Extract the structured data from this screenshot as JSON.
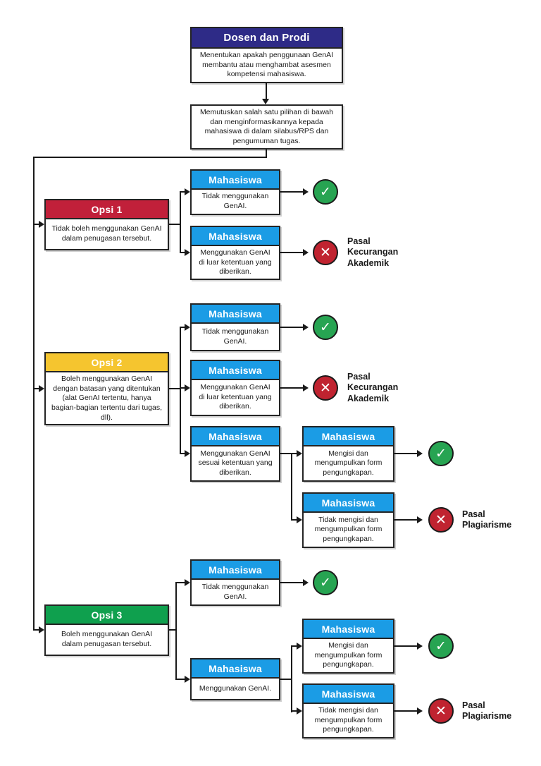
{
  "colors": {
    "navy": "#2e2b87",
    "blue": "#1b9ce5",
    "red": "#c1203a",
    "yellow": "#f5c52f",
    "green": "#0fa04e",
    "check_green": "#27a452",
    "cross_red": "#c02330",
    "line": "#1a1a1a"
  },
  "icons": {
    "check": "✓",
    "cross": "✕"
  },
  "flow": {
    "root": {
      "title": "Dosen dan Prodi",
      "body": "Menentukan apakah penggunaan GenAI membantu atau menghambat asesmen kompetensi mahasiswa."
    },
    "decision": {
      "body": "Memutuskan salah satu pilihan di bawah dan menginformasikannya kepada mahasiswa di dalam silabus/RPS dan pengumuman tugas."
    },
    "student_label": "Mahasiswa",
    "options": [
      {
        "title": "Opsi 1",
        "body": "Tidak boleh menggunakan GenAI dalam penugasan tersebut."
      },
      {
        "title": "Opsi 2",
        "body": "Boleh menggunakan GenAI dengan batasan yang ditentukan (alat GenAI tertentu, hanya bagian-bagian tertentu dari tugas, dll)."
      },
      {
        "title": "Opsi 3",
        "body": "Boleh menggunakan GenAI dalam penugasan tersebut."
      }
    ],
    "students": [
      {
        "body": "Tidak menggunakan GenAI."
      },
      {
        "body": "Menggunakan GenAI di luar ketentuan yang diberikan."
      },
      {
        "body": "Tidak menggunakan GenAI."
      },
      {
        "body": "Menggunakan GenAI di luar ketentuan yang diberikan."
      },
      {
        "body": "Menggunakan GenAI sesuai ketentuan yang diberikan."
      },
      {
        "body": "Mengisi dan mengumpulkan form pengungkapan."
      },
      {
        "body": "Tidak mengisi dan mengumpulkan form pengungkapan."
      },
      {
        "body": "Tidak menggunakan GenAI."
      },
      {
        "body": "Menggunakan GenAI."
      },
      {
        "body": "Mengisi dan mengumpulkan form pengungkapan."
      },
      {
        "body": "Tidak mengisi dan mengumpulkan form pengungkapan."
      }
    ],
    "outcomes": {
      "cheating": "Pasal Kecurangan Akademik",
      "plagiarism": "Pasal Plagiarisme"
    }
  }
}
